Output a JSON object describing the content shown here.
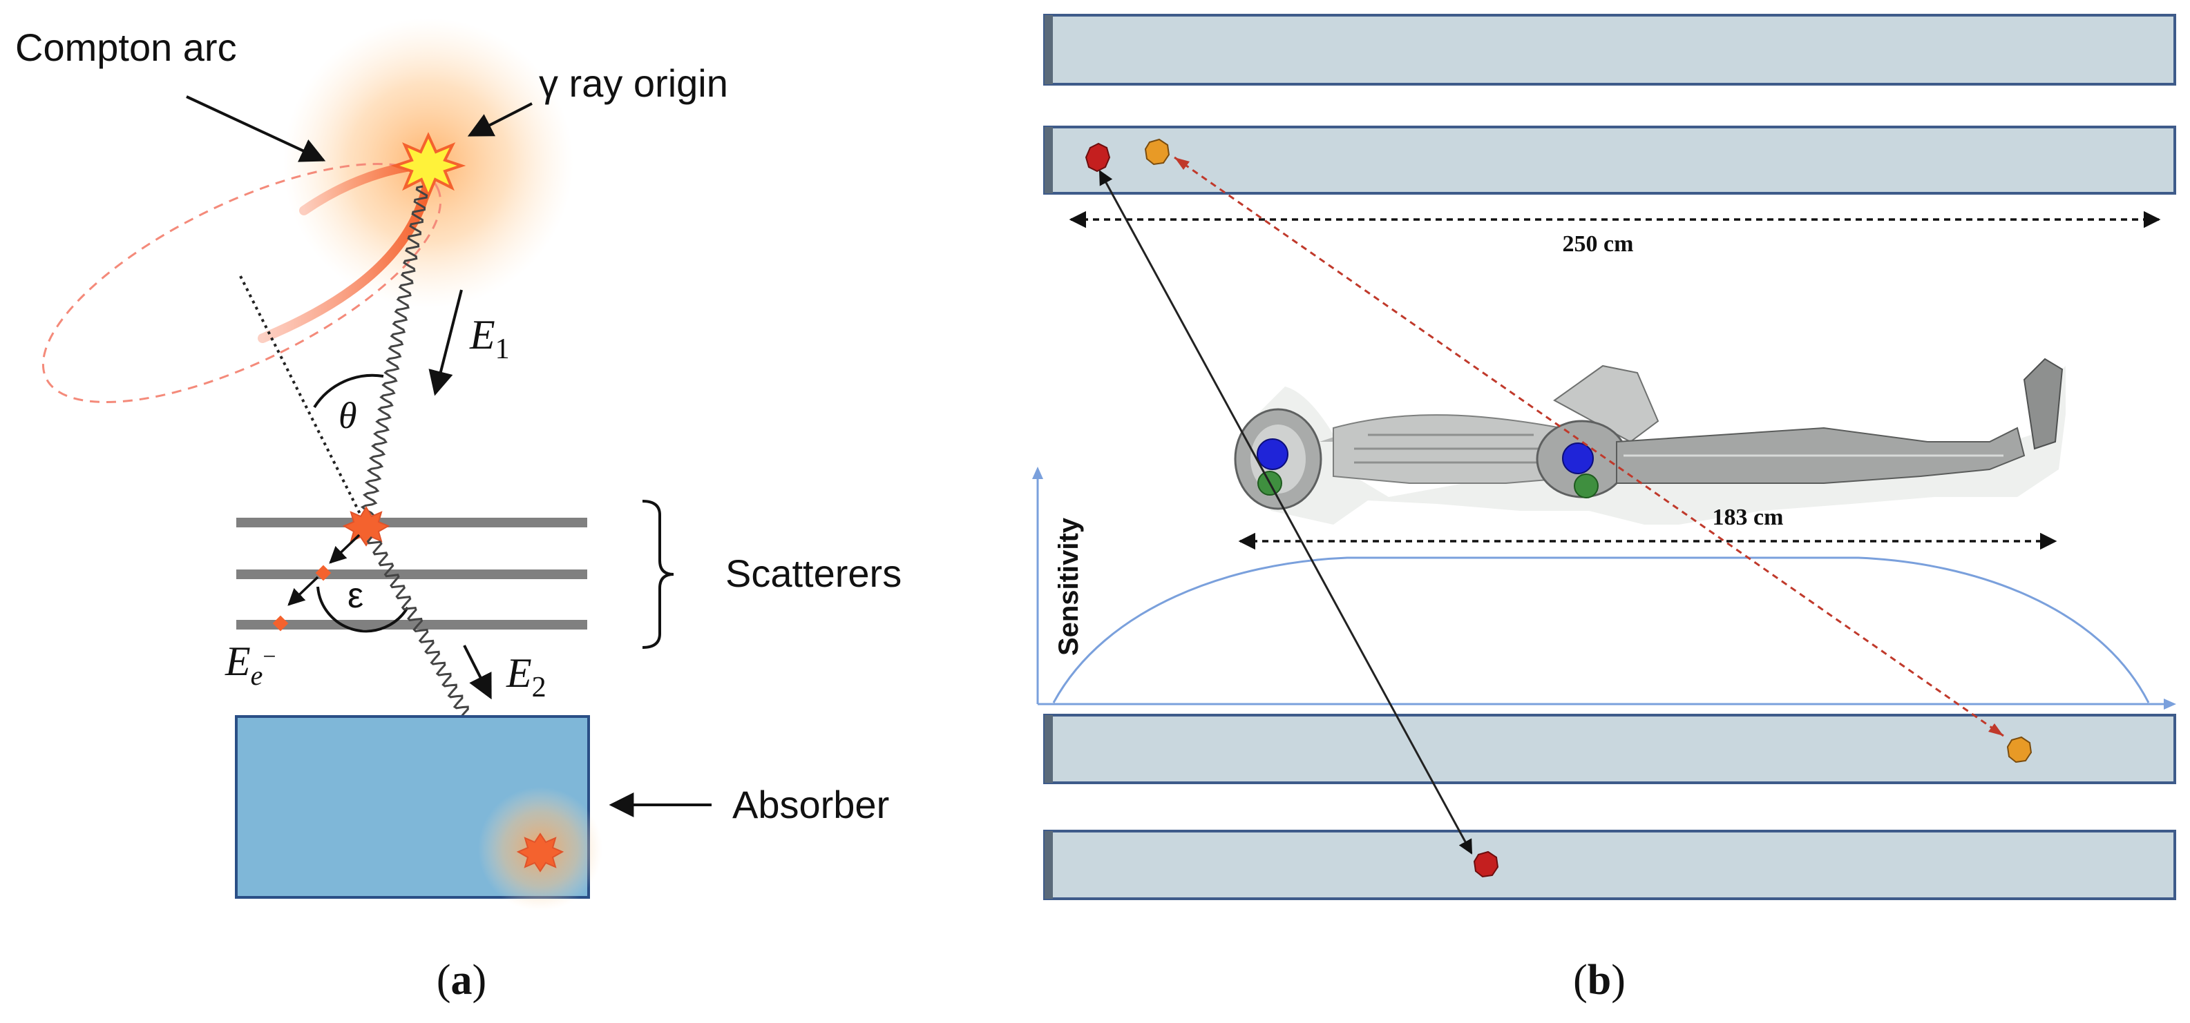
{
  "panel_a": {
    "compton_arc": "Compton arc",
    "gamma_origin": "γ ray origin",
    "e1_symbol": "E",
    "e1_sub": "1",
    "theta": "θ",
    "epsilon": "ε",
    "e_electron": "E",
    "e_electron_sub": "e",
    "e_electron_sup": "−",
    "e2_symbol": "E",
    "e2_sub": "2",
    "scatterers": "Scatterers",
    "absorber": "Absorber",
    "caption_open": "(",
    "caption_letter": "a",
    "caption_close": ")"
  },
  "panel_b": {
    "dim_top": "250 cm",
    "dim_body": "183 cm",
    "sensitivity": "Sensitivity",
    "caption_open": "(",
    "caption_letter": "b",
    "caption_close": ")"
  },
  "colors": {
    "arc_orange": "#f46a3c",
    "glow": "#ffb066",
    "scatterer_gray": "#808080",
    "absorber_fill": "#7fb7d8",
    "detector_fill": "#c9d7de",
    "detector_edge": "#3e5b8a",
    "sensitivity_blue": "#7aa0dc",
    "path_red": "#c0392b"
  }
}
